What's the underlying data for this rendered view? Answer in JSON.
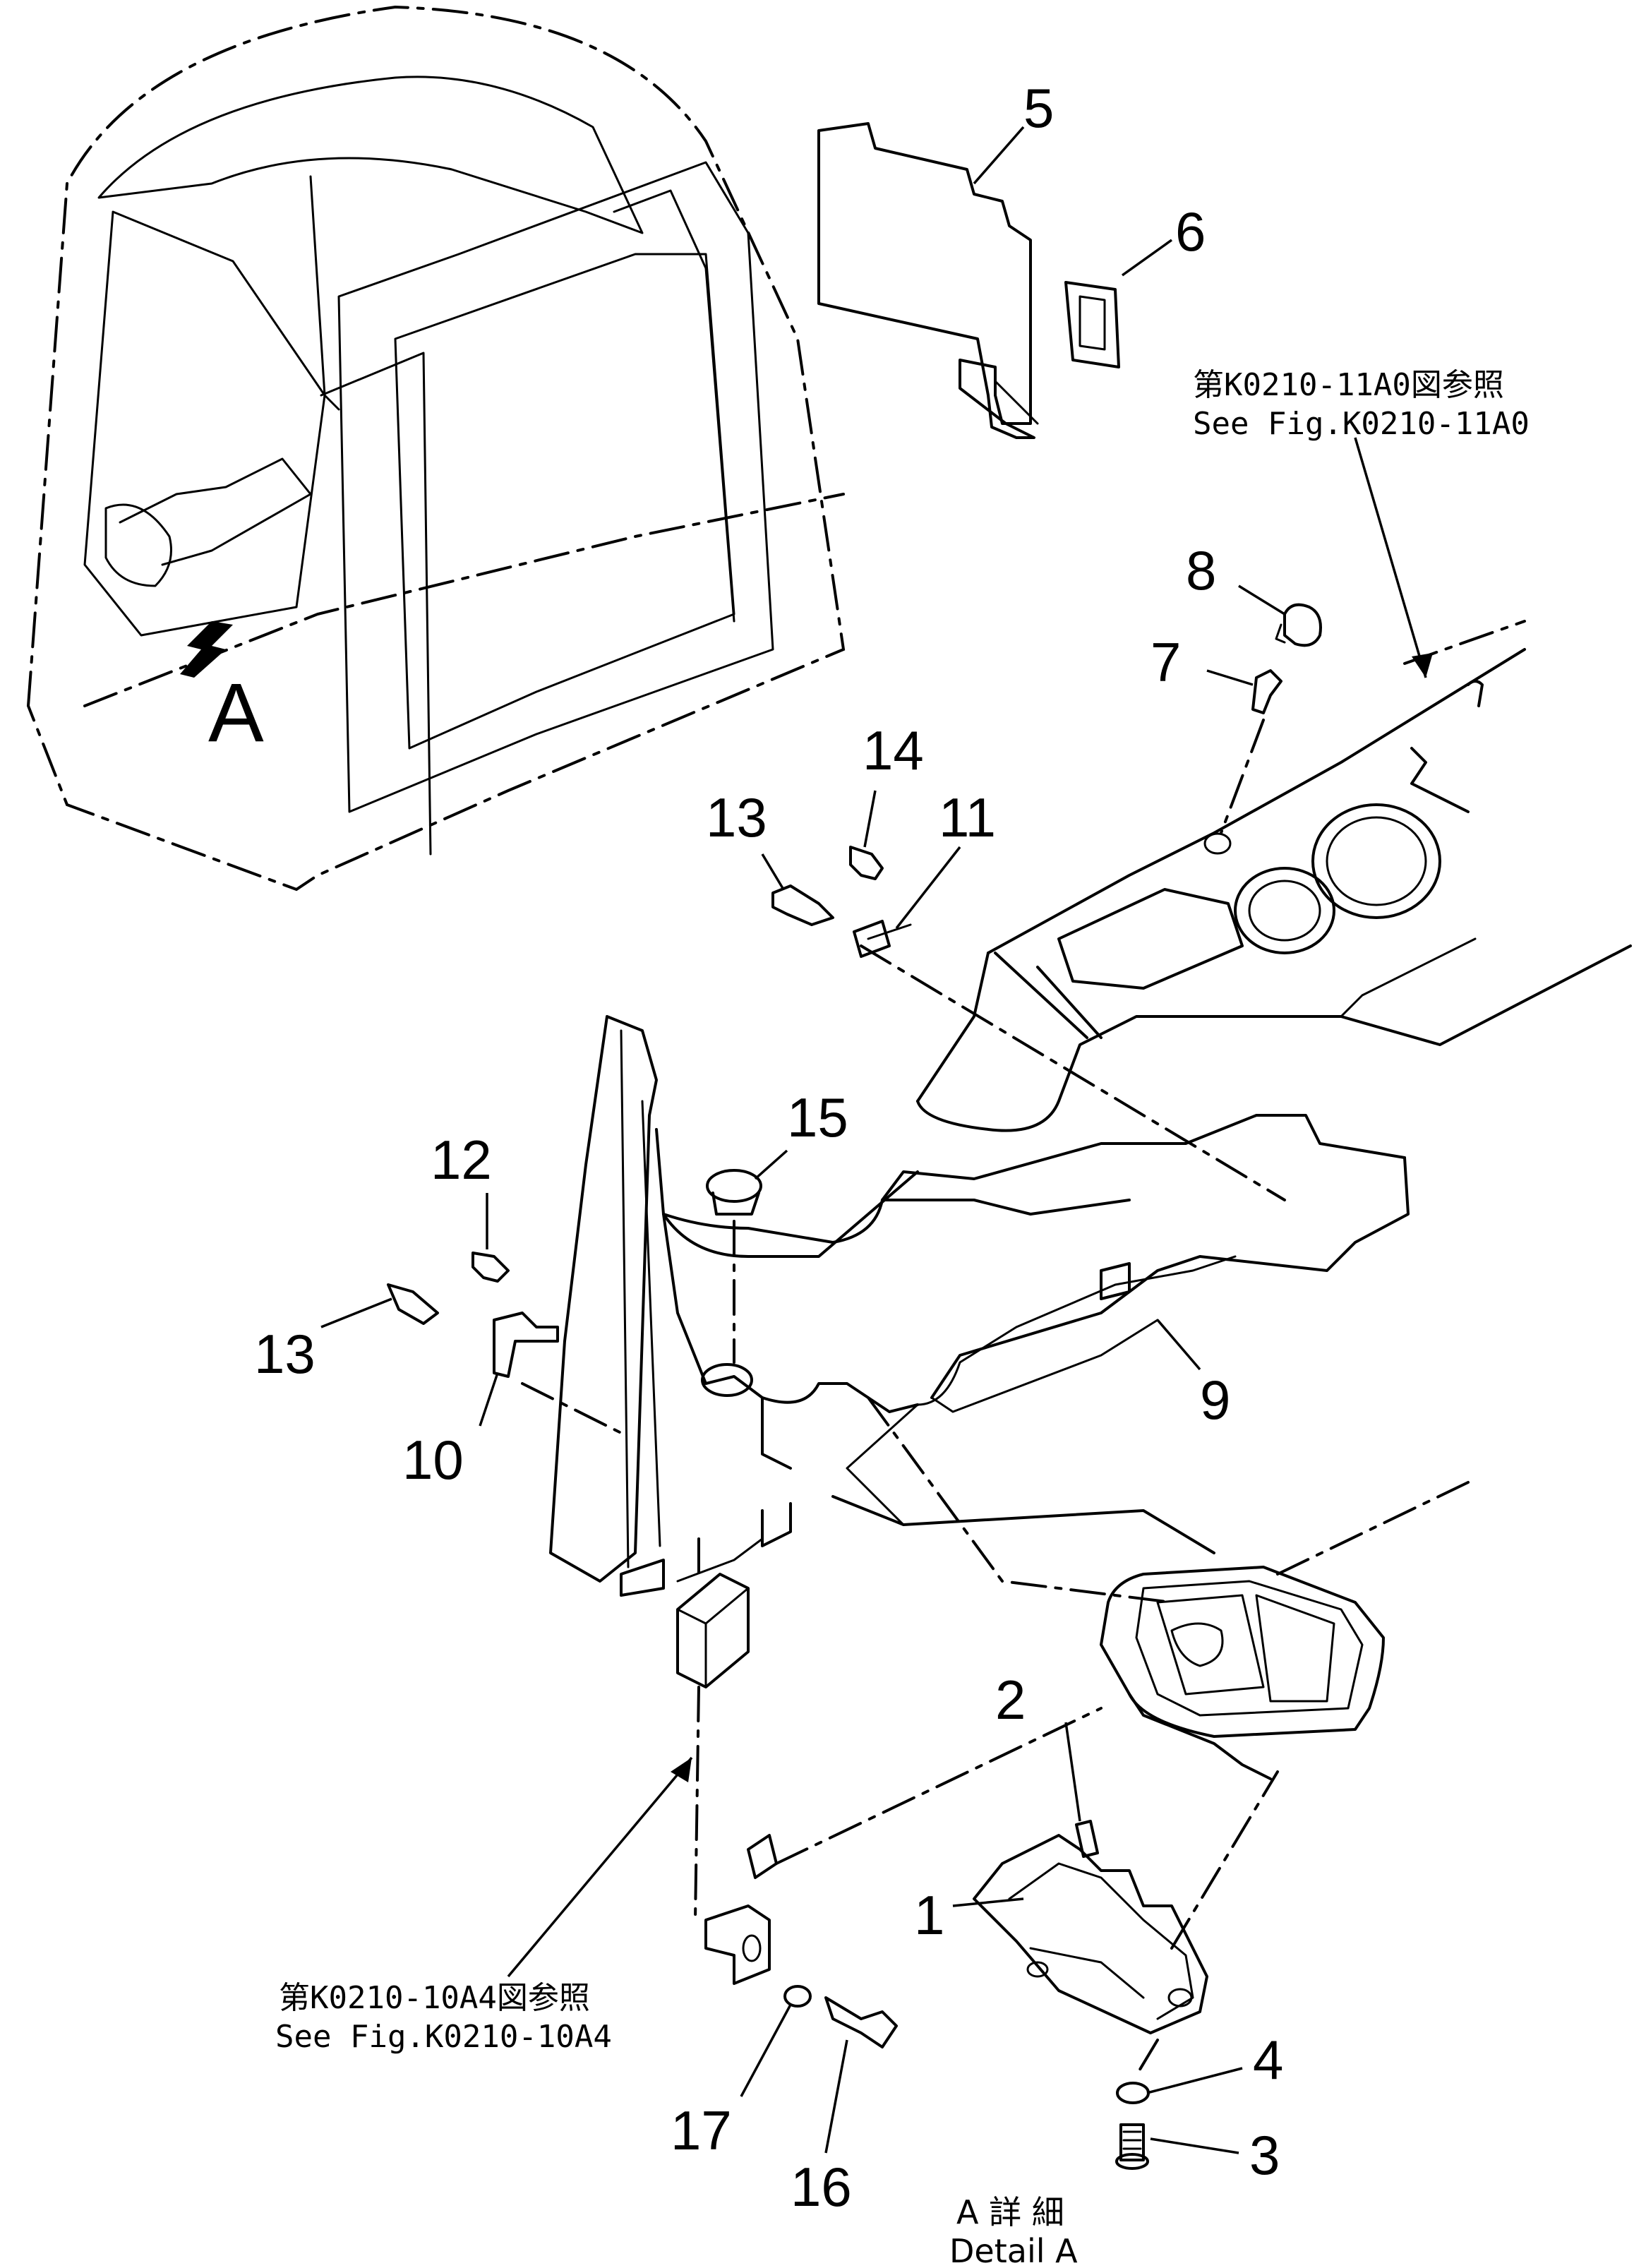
{
  "parts": [
    {
      "id": "p1",
      "label": "1"
    },
    {
      "id": "p2",
      "label": "2"
    },
    {
      "id": "p3",
      "label": "3"
    },
    {
      "id": "p4",
      "label": "4"
    },
    {
      "id": "p5",
      "label": "5"
    },
    {
      "id": "p6",
      "label": "6"
    },
    {
      "id": "p7",
      "label": "7"
    },
    {
      "id": "p8",
      "label": "8"
    },
    {
      "id": "p9",
      "label": "9"
    },
    {
      "id": "p10",
      "label": "10"
    },
    {
      "id": "p11",
      "label": "11"
    },
    {
      "id": "p12",
      "label": "12"
    },
    {
      "id": "p13a",
      "label": "13"
    },
    {
      "id": "p13b",
      "label": "13"
    },
    {
      "id": "p14",
      "label": "14"
    },
    {
      "id": "p15",
      "label": "15"
    },
    {
      "id": "p16",
      "label": "16"
    },
    {
      "id": "p17",
      "label": "17"
    }
  ],
  "references": {
    "top": {
      "jp": "第K0210-11A0図参照",
      "en": "See Fig.K0210-11A0"
    },
    "bottom": {
      "jp": "第K0210-10A4図参照",
      "en": "See Fig.K0210-10A4"
    }
  },
  "view_marker": "A",
  "detail": {
    "jp": "A 詳 細",
    "en": "Detail A"
  }
}
